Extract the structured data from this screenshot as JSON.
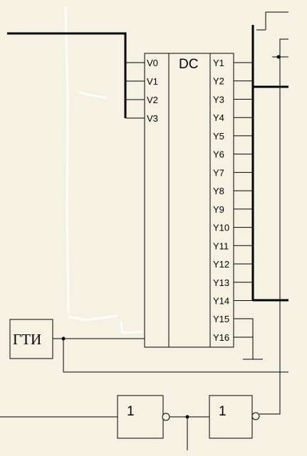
{
  "decoder": {
    "title": "DC",
    "inputs": [
      "V0",
      "V1",
      "V2",
      "V3"
    ],
    "outputs": [
      "Y1",
      "Y2",
      "Y3",
      "Y4",
      "Y5",
      "Y6",
      "Y7",
      "Y8",
      "Y9",
      "Y10",
      "Y11",
      "Y12",
      "Y13",
      "Y14",
      "Y15",
      "Y16"
    ]
  },
  "generator": {
    "label": "ГТИ"
  },
  "gates": [
    {
      "label": "1"
    },
    {
      "label": "1"
    }
  ],
  "colors": {
    "background": "#f5f2e4",
    "line": "#000000",
    "ghost": "#ffffff"
  }
}
